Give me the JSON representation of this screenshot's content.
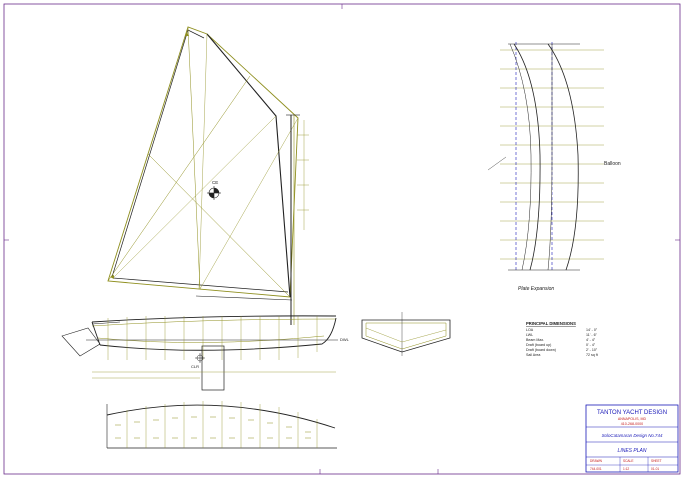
{
  "labels": {
    "ce": "CE",
    "balloon": "Balloon",
    "plate_expansion": "Plate Expansion",
    "clr": "CLR",
    "dwl": "DWL"
  },
  "principal_dimensions": {
    "heading": "PRINCIPAL DIMENSIONS",
    "rows": [
      {
        "k": "LOA",
        "v": "14' - 0\""
      },
      {
        "k": "LWL",
        "v": "11' - 6\""
      },
      {
        "k": "Beam Max.",
        "v": "4' - 4\""
      },
      {
        "k": "Draft (board up)",
        "v": "0' - 4\""
      },
      {
        "k": "Draft (board down)",
        "v": "2' - 10\""
      },
      {
        "k": "Sail Area",
        "v": "72 sq ft"
      }
    ]
  },
  "title_block": {
    "firm": "TANTON YACHT DESIGN",
    "address1": "ANNAPOLIS, MD",
    "address2": "410-268-0000",
    "project": "SoloCatamaran Design No.744",
    "sheet_title": "LINES PLAN",
    "row1_left": "DRAWN",
    "row1_mid": "SCALE",
    "row1_right": "SHEET",
    "row2_left": "744-001",
    "row2_mid": "1:12",
    "row2_right": "01-01"
  },
  "colors": {
    "ink": "#1a1a1a",
    "olive": "#8f8f1f",
    "blue": "#1a1ab8",
    "red": "#c41a1a",
    "border": "#6a2c8a"
  }
}
